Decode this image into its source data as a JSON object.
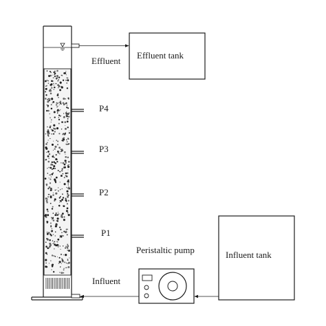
{
  "labels": {
    "effluent": "Effluent",
    "effluent_tank": "Effluent tank",
    "p4": "P4",
    "p3": "P3",
    "p2": "P2",
    "p1": "P1",
    "peristaltic_pump": "Peristaltic pump",
    "influent_tank": "Influent tank",
    "influent": "Influent"
  }
}
